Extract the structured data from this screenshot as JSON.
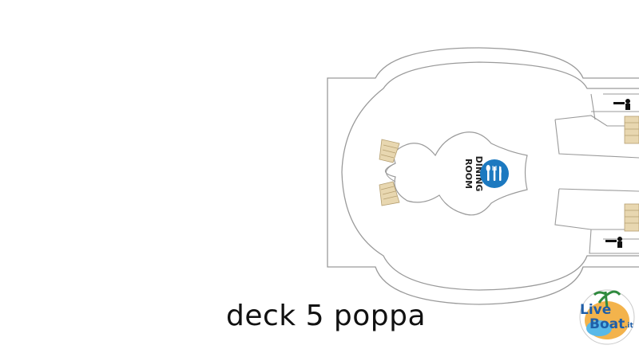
{
  "caption": "deck 5 poppa",
  "map": {
    "room_label_line1": "DINING",
    "room_label_line2": "ROOM",
    "icons": [
      "dining-cutlery-icon",
      "restroom-men-icon"
    ],
    "colors": {
      "outline": "#9a9a9a",
      "background": "#ffffff",
      "dining_icon": "#1c79c0",
      "stairs": "#e8d7b0",
      "label": "#222222"
    }
  },
  "logo": {
    "text_line1": "Live",
    "text_line2": "Boat",
    "suffix": ".it"
  }
}
